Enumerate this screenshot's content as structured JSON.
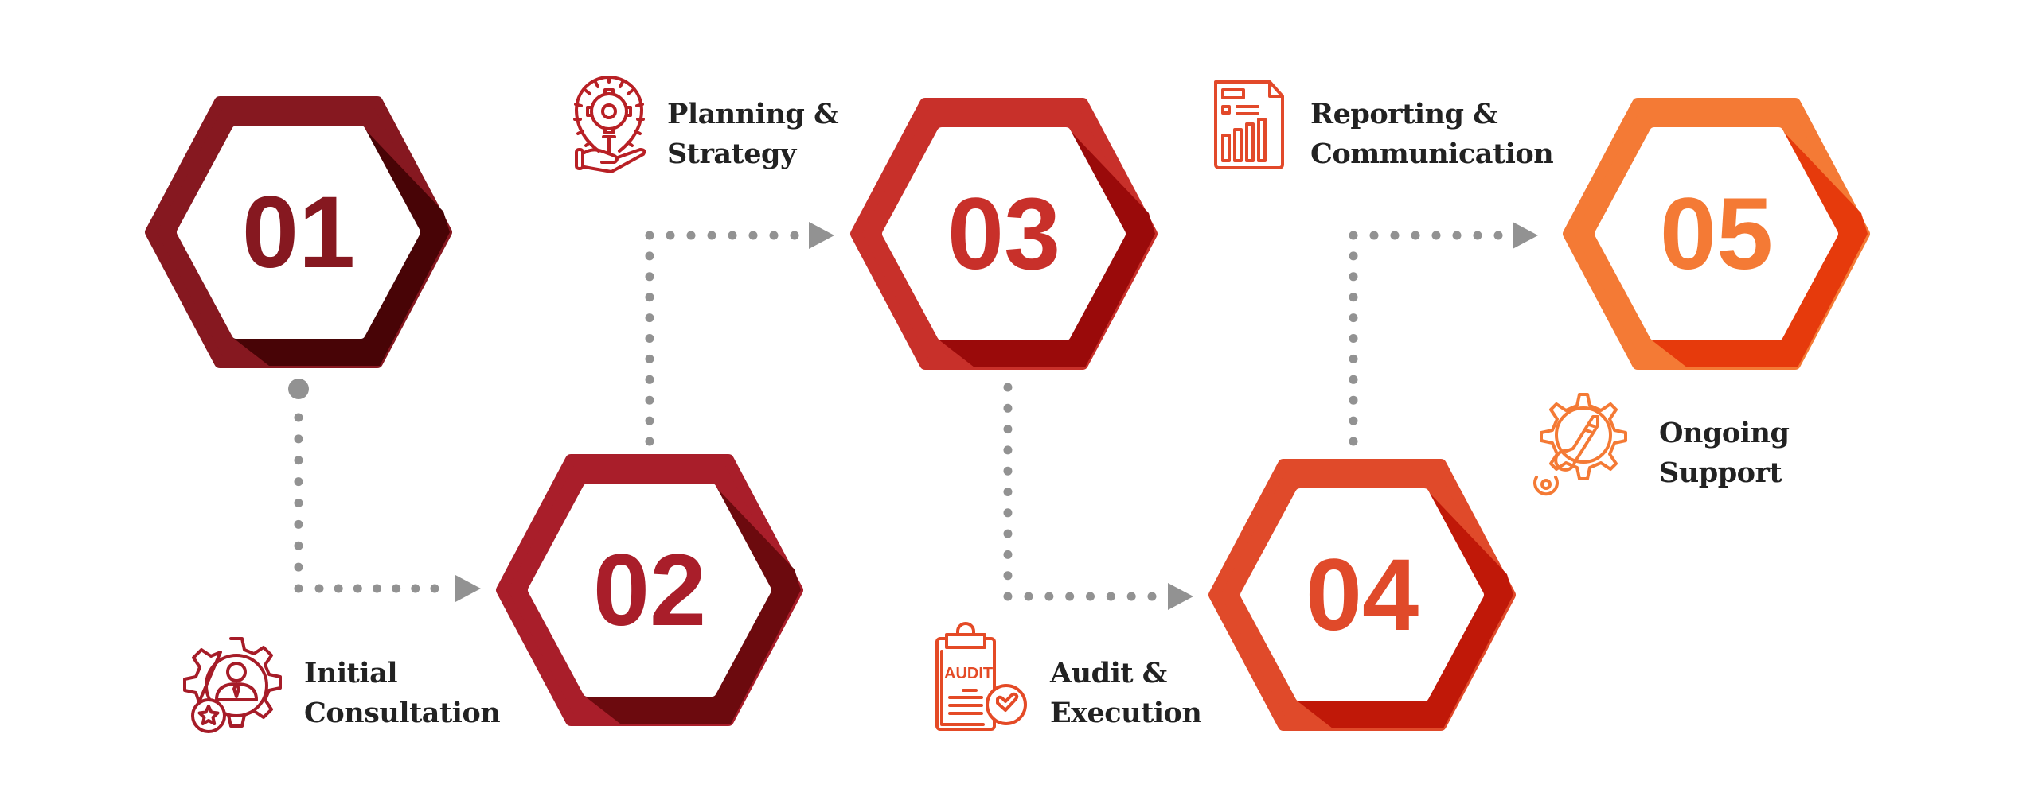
{
  "steps": [
    {
      "number": "01",
      "title_line1": "Initial",
      "title_line2": "Consultation",
      "icon": "gear-person-star-icon",
      "color": "#861820",
      "shadow": "#480406"
    },
    {
      "number": "02",
      "title_line1": "Planning &",
      "title_line2": "Strategy",
      "icon": "lightbulb-gear-hand-icon",
      "color": "#a91e2a",
      "shadow": "#6c0a0e"
    },
    {
      "number": "03",
      "title_line1": "Audit &",
      "title_line2": "Execution",
      "icon": "audit-clipboard-check-icon",
      "icon_text": "AUDIT",
      "color": "#c8302a",
      "shadow": "#9a0a0a"
    },
    {
      "number": "04",
      "title_line1": "Reporting &",
      "title_line2": "Communication",
      "icon": "report-chart-document-icon",
      "color": "#e04a2a",
      "shadow": "#c01808"
    },
    {
      "number": "05",
      "title_line1": "Ongoing",
      "title_line2": "Support",
      "icon": "gear-wrench-icon",
      "color": "#f47a35",
      "shadow": "#e63a0c"
    }
  ],
  "connector_color": "#929292",
  "text_color": "#222222"
}
